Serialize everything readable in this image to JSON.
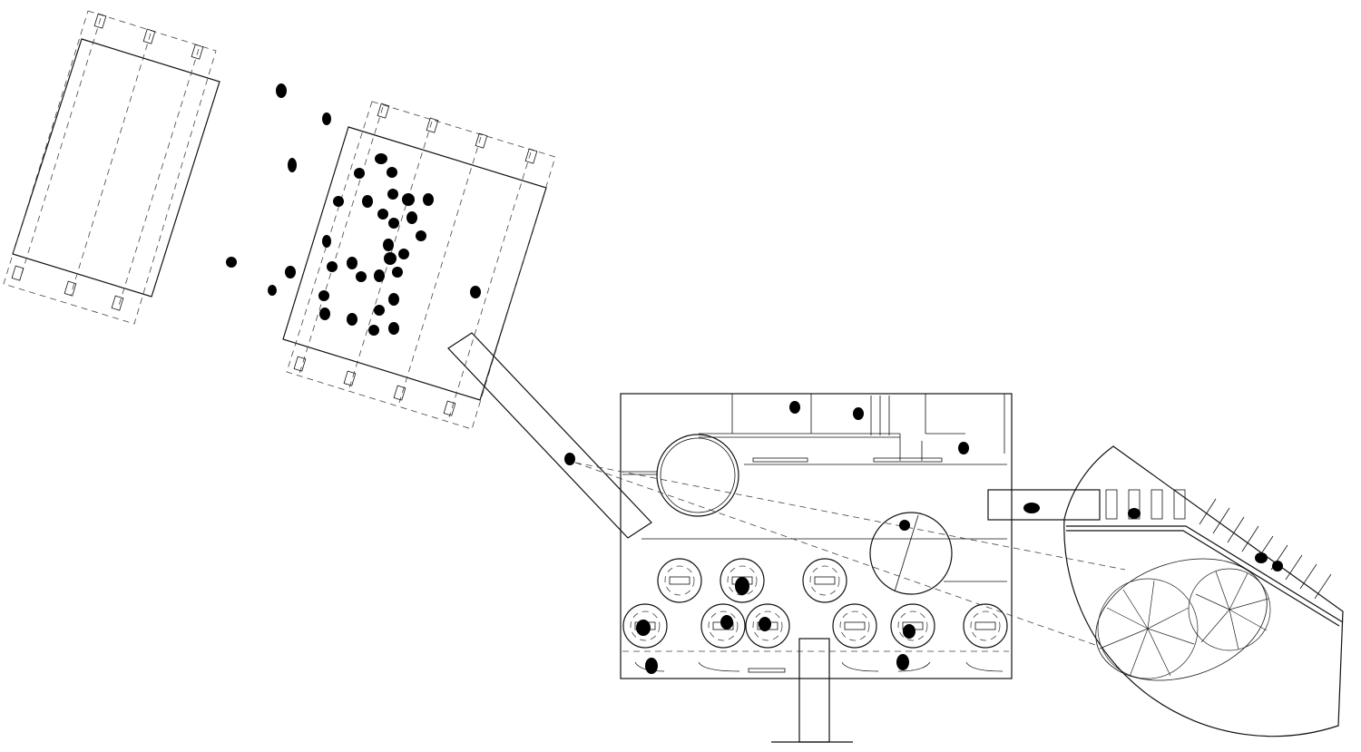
{
  "drawing": {
    "type": "architectural-plan-diagram",
    "text_labels": [],
    "colors": {
      "line": "#111111",
      "figure": "#000000",
      "background": "#ffffff"
    },
    "elements": {
      "screens": 2,
      "dome_seats": 10,
      "rotunda_rooms": 2,
      "garden_trees": 2,
      "parking_bays": 13
    }
  }
}
